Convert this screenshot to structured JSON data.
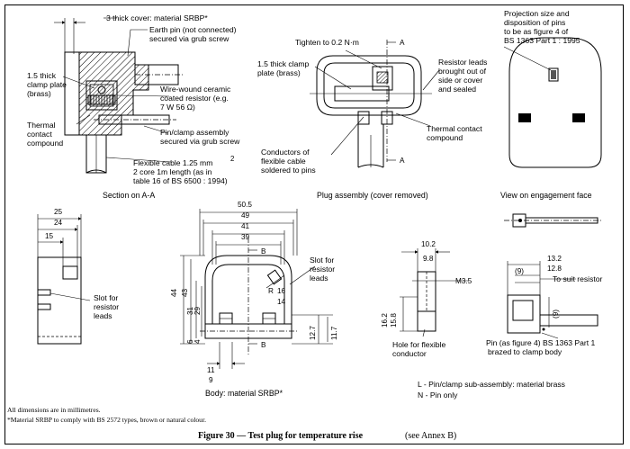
{
  "figure": {
    "caption_bold": "Figure 30 — Test plug for temperature rise",
    "caption_ref": "(see Annex B)"
  },
  "footnotes": {
    "line1": "All dimensions are in millimetres.",
    "line2": "*Material SRBP to comply with BS 2572 types, brown or natural colour."
  },
  "section_aa": {
    "title": "Section on A-A",
    "cover_note": "3 thick cover: material SRBP*",
    "earth_pin": [
      "Earth pin (not connected)",
      "secured via grub screw"
    ],
    "clamp_plate": [
      "1.5 thick",
      "clamp plate",
      "(brass)"
    ],
    "resistor": [
      "Wire-wound ceramic",
      "coated resistor (e.g.",
      "7 W 56 Ω)"
    ],
    "thermal": [
      "Thermal",
      "contact",
      "compound"
    ],
    "pin_assembly": [
      "Pin/clamp assembly",
      "secured via grub screw"
    ],
    "cable": [
      "Flexible cable 1.25 mm",
      "2 core 1m length (as in",
      "table 16 of BS 6500 : 1994)"
    ],
    "cable_sup": "2"
  },
  "plug_assembly": {
    "title": "Plug assembly (cover removed)",
    "torque": "Tighten to 0.2 N·m",
    "clamp_plate": [
      "1.5 thick clamp",
      "plate (brass)"
    ],
    "resistor_leads": [
      "Resistor leads",
      "brought out of",
      "side or cover",
      "and sealed"
    ],
    "thermal": [
      "Thermal contact",
      "compound"
    ],
    "conductors": [
      "Conductors of",
      "flexible cable",
      "soldered to pins"
    ],
    "section_marker": "A"
  },
  "engagement_face": {
    "title": "View on engagement face",
    "projection": [
      "Projection size and",
      "disposition of pins",
      "to be as figure 4 of",
      "BS 1363 Part 1 : 1995"
    ]
  },
  "body_views": {
    "left_dims": [
      "25",
      "24",
      "15"
    ],
    "slot_left": [
      "Slot for",
      "resistor",
      "leads"
    ],
    "top_dims": [
      "50.5",
      "49",
      "41",
      "39"
    ],
    "slot_right": [
      "Slot for",
      "resistor",
      "leads"
    ],
    "side_dims": [
      "44",
      "43",
      "31",
      "29",
      "6",
      "4"
    ],
    "radius": [
      "R",
      "16",
      "14"
    ],
    "right_dims": [
      "12.7",
      "11.7"
    ],
    "bottom_dims": [
      "11",
      "9"
    ],
    "marker_b": "B",
    "material": "Body: material SRBP*"
  },
  "pin_views": {
    "dims_top": [
      "10.2",
      "9.8"
    ],
    "thread": "M3.5",
    "dims_side": [
      "16.2",
      "15.8"
    ],
    "hole": [
      "Hole for flexible",
      "conductor"
    ],
    "dims_right": [
      "13.2",
      "12.8"
    ],
    "nine": "(9)",
    "suit": "To suit resistor",
    "pin_note": [
      "Pin (as figure 4) BS 1363 Part 1",
      "brazed to clamp body"
    ],
    "legend_l": "L - Pin/clamp sub-assembly: material brass",
    "legend_n": "N - Pin only"
  }
}
